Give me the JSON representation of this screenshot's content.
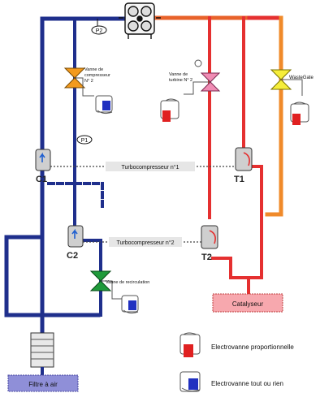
{
  "labels": {
    "p2": "P2",
    "p1": "P1",
    "valve_compressor_1": "Vanne de",
    "valve_compressor_2": "compresseur",
    "valve_compressor_3": "N° 2",
    "valve_turbine_1": "Vanne de",
    "valve_turbine_2": "turbine N° 2",
    "wastegate": "WasteGate",
    "c1": "C1",
    "c2": "C2",
    "t1": "T1",
    "t2": "T2",
    "turbo1": "Turbocompresseur n°1",
    "turbo2": "Turbocompresseur n°2",
    "recirc_valve": "Vanne de recirculation",
    "catalyst": "Catalyseur",
    "air_filter": "Filtre à air",
    "legend_proportional": "Electrovanne proportionnelle",
    "legend_onoff": "Electrovanne tout ou rien"
  },
  "colors": {
    "intake_blue": "#1f2f8c",
    "exhaust_red": "#e53030",
    "exhaust_orange": "#e8622a",
    "wastegate_orange": "#f08a2a",
    "valve_orange": "#f39a1e",
    "valve_pink": "#f08cb4",
    "valve_yellow": "#f6ee3a",
    "valve_green": "#1f9a3a",
    "catalyst_fill": "#f7a8ae",
    "filter_fill": "#8f8fd8",
    "solenoid_red": "#e02020",
    "solenoid_blue": "#2030c0"
  }
}
